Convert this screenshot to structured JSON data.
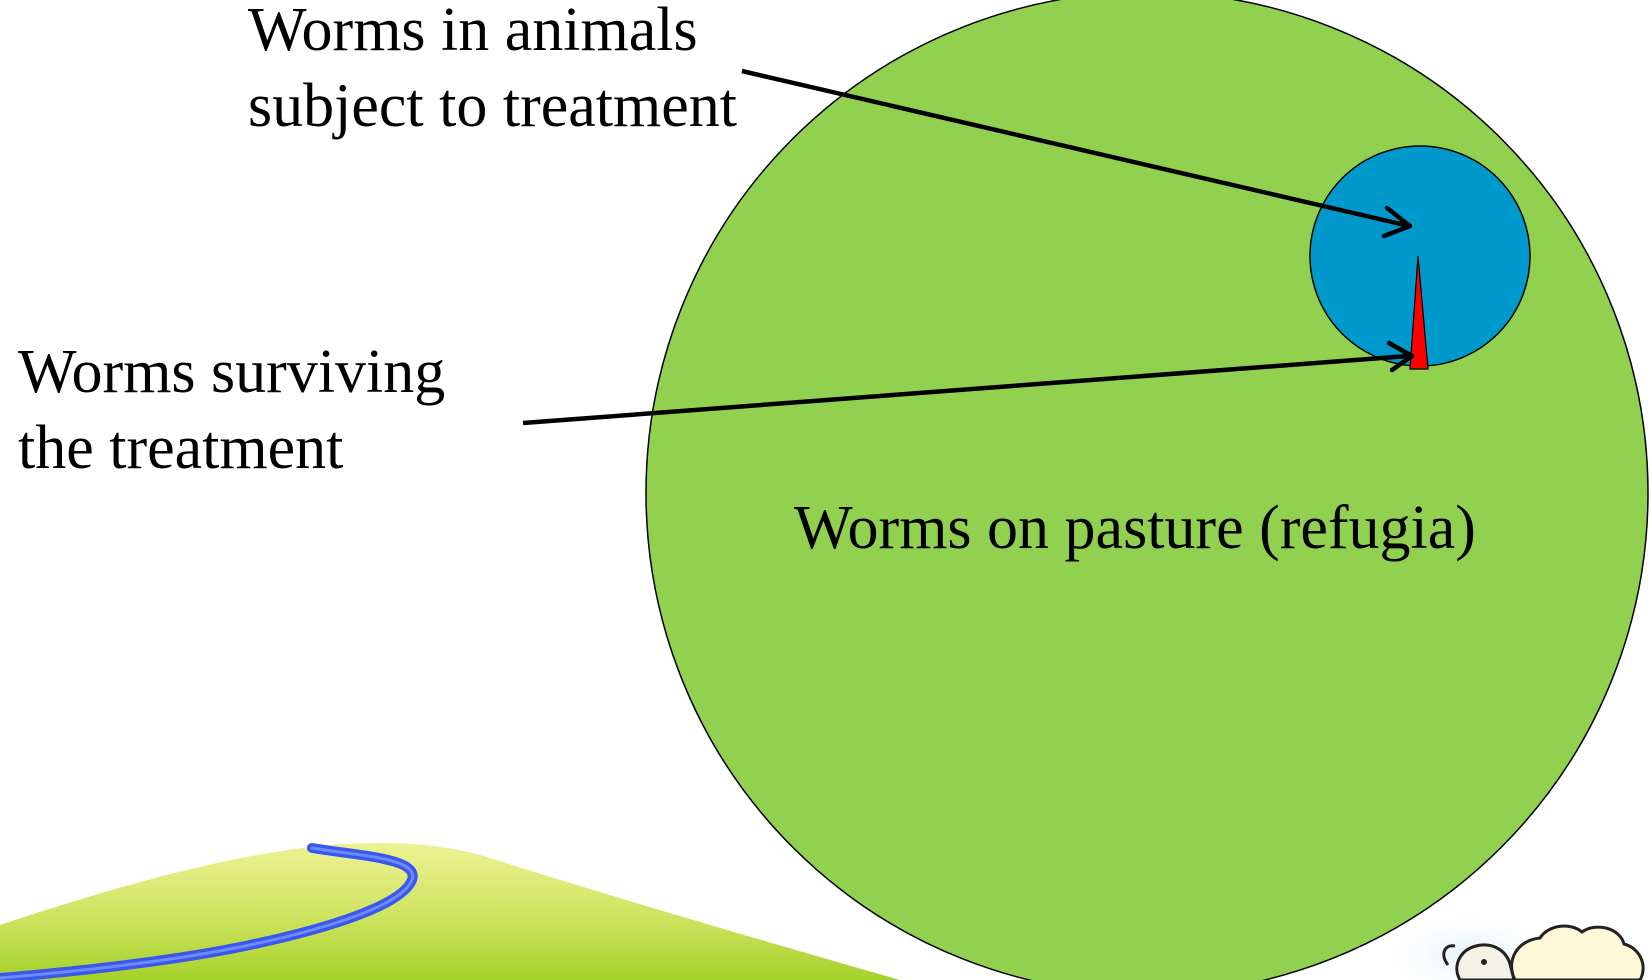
{
  "labels": {
    "worms_in_animals": [
      "Worms in animals",
      "subject to treatment"
    ],
    "worms_surviving": [
      "Worms surviving",
      "the treatment"
    ],
    "worms_on_pasture": "Worms on pasture (refugia)"
  },
  "colors": {
    "pasture_circle": "#92d050",
    "animals_circle": "#0099cc",
    "surviving_wedge": "#ff0000",
    "arrow": "#000000",
    "hill_top": "#e9f08f",
    "hill_bottom": "#a9d62e",
    "river": "#3d5bef"
  },
  "icons": {
    "hill": "green-hill-icon",
    "river": "river-icon",
    "sheep": "sheep-icon"
  }
}
